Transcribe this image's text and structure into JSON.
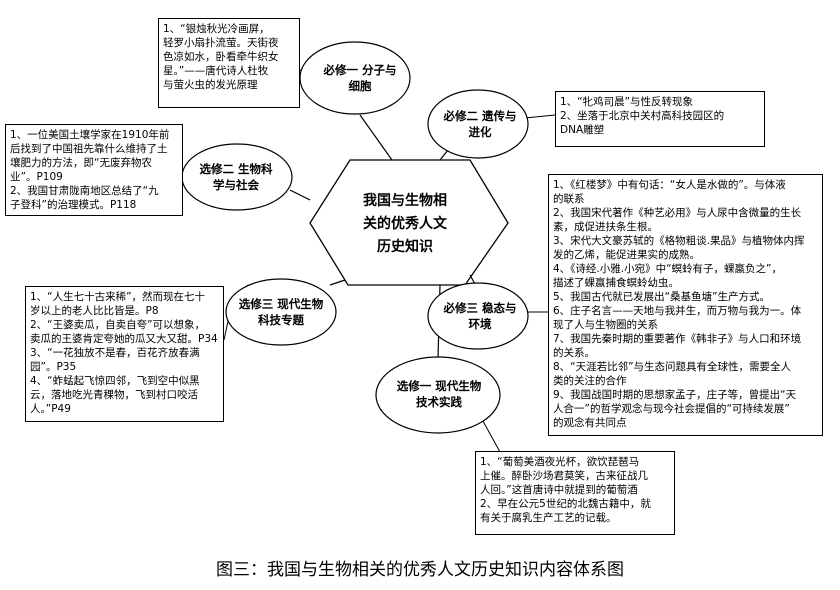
{
  "center_title": [
    "我国与生物相",
    "关的优秀人文",
    "历史知识"
  ],
  "nodes": {
    "n1": "必修一  分子与细胞",
    "n2": "必修二  遗传与进化",
    "n3": "选修二  生物科学与社会",
    "n4": "选修三  现代生物科技专题",
    "n5": "必修三  稳态与环境",
    "n6": "选修一  现代生物技术实践"
  },
  "boxes": {
    "b1": [
      "1、“银烛秋光冷画屏，",
      "轻罗小扇扑流萤。天街夜",
      "色凉如水，卧看牵牛织女",
      "星。”——唐代诗人杜牧",
      "与萤火虫的发光原理"
    ],
    "b2": [
      "1、“牝鸡司晨”与性反转现象",
      "2、坐落于北京中关村高科技园区的",
      "DNA雕塑"
    ],
    "b3": [
      "1、一位美国土壤学家在1910年前",
      "后找到了中国祖先靠什么维持了土",
      "壤肥力的方法，即“无废弃物农",
      "业”。P109",
      "2、我国甘肃陇南地区总结了“九",
      "子登科”的治理模式。P118"
    ],
    "b4": [
      "1、“人生七十古来稀”，然而现在七十",
      "岁以上的老人比比皆是。P8",
      "2、“王婆卖瓜，自卖自夸”可以想象，",
      "卖瓜的王婆肯定夸她的瓜又大又甜。P34",
      "3、“一花独放不是春，百花齐放春满",
      "园”。P35",
      "4、“蚱蜢起飞惊四邻，飞到空中似黑",
      "云，落地吃光青稞物，飞到村口咬活",
      "人。”P49"
    ],
    "b5": [
      "1、《红楼梦》中有句话：“女人是水做的”。与体液",
      "的联系",
      "2、我国宋代著作《种艺必用》与人尿中含微量的生长",
      "素，成促进扶条生根。",
      "3、宋代大文豪苏轼的《格物粗谈.果品》与植物体内挥",
      "发的乙烯，能促进果实的成熟。",
      "4、《诗经.小雅.小宛》中“螟蛉有子，蜾蠃负之”，",
      "描述了蜾蠃捕食螟蛉幼虫。",
      "5、我国古代就已发展出“桑基鱼塘”生产方式。",
      "6、庄子名言——天地与我并生，而万物与我为一。体",
      "现了人与生物圈的关系",
      "7、我国先秦时期的重要著作《韩非子》与人口和环境",
      "的关系。",
      "8、“天涯若比邻”与生态问题具有全球性，需要全人",
      "类的关注的合作",
      "9、我国战国时期的思想家孟子，庄子等，曾提出“天",
      "人合一”的哲学观念与现今社会提倡的“可持续发展”",
      "的观念有共同点"
    ],
    "b6": [
      "1、“葡萄美酒夜光杯，欲饮琵琶马",
      "上催。醉卧沙场君莫笑，古来征战几",
      "人回。”这首唐诗中就提到的葡萄酒",
      "2、早在公元5世纪的北魏古籍中，就",
      "有关于腐乳生产工艺的记载。"
    ]
  },
  "caption": "图三：我国与生物相关的优秀人文历史知识内容体系图"
}
